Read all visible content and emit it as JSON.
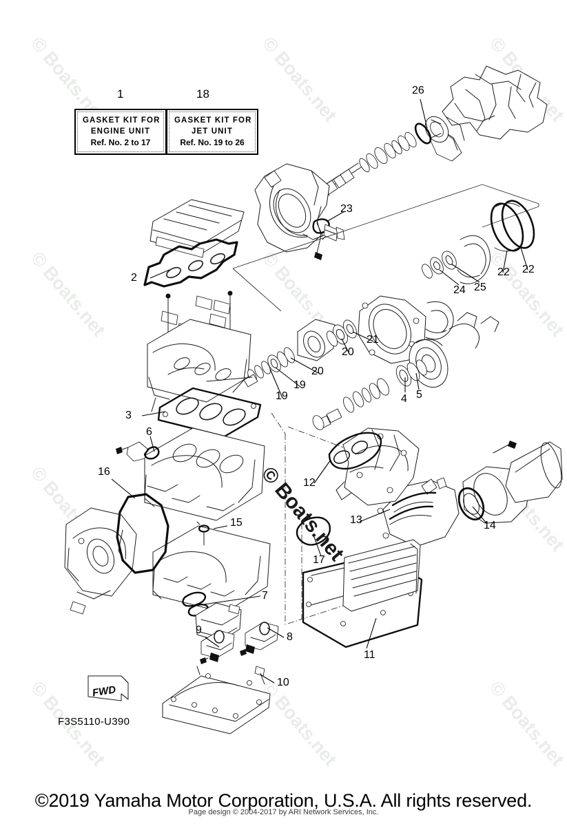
{
  "diagram": {
    "part_number": "F3S5110-U390",
    "orientation_marker": "FWD",
    "kit_boxes": [
      {
        "callout": "1",
        "line1": "GASKET KIT FOR",
        "line2": "ENGINE UNIT",
        "line3": "Ref. No. 2 to 17"
      },
      {
        "callout": "18",
        "line1": "GASKET KIT FOR",
        "line2": "JET UNIT",
        "line3": "Ref. No. 19 to 26"
      }
    ],
    "callouts": [
      {
        "id": "c2",
        "label": "2"
      },
      {
        "id": "c3",
        "label": "3"
      },
      {
        "id": "c4",
        "label": "4"
      },
      {
        "id": "c5",
        "label": "5"
      },
      {
        "id": "c6",
        "label": "6"
      },
      {
        "id": "c7",
        "label": "7"
      },
      {
        "id": "c8",
        "label": "8"
      },
      {
        "id": "c9",
        "label": "9"
      },
      {
        "id": "c10",
        "label": "10"
      },
      {
        "id": "c11",
        "label": "11"
      },
      {
        "id": "c12",
        "label": "12"
      },
      {
        "id": "c13",
        "label": "13"
      },
      {
        "id": "c14",
        "label": "14"
      },
      {
        "id": "c15",
        "label": "15"
      },
      {
        "id": "c16",
        "label": "16"
      },
      {
        "id": "c17",
        "label": "17"
      },
      {
        "id": "c19a",
        "label": "19"
      },
      {
        "id": "c19b",
        "label": "19"
      },
      {
        "id": "c20a",
        "label": "20"
      },
      {
        "id": "c20b",
        "label": "20"
      },
      {
        "id": "c21",
        "label": "21"
      },
      {
        "id": "c22a",
        "label": "22"
      },
      {
        "id": "c22b",
        "label": "22"
      },
      {
        "id": "c23",
        "label": "23"
      },
      {
        "id": "c24",
        "label": "24"
      },
      {
        "id": "c25",
        "label": "25"
      },
      {
        "id": "c26",
        "label": "26"
      }
    ]
  },
  "watermark": {
    "text": "© Boats.net",
    "tile_color": "#e9ece9",
    "center_color": "#1a1a1a"
  },
  "footer": {
    "copyright": "©2019 Yamaha Motor Corporation, U.S.A. All rights reserved.",
    "page_design": "Page design © 2004-2017 by ARI Network Services, Inc."
  }
}
